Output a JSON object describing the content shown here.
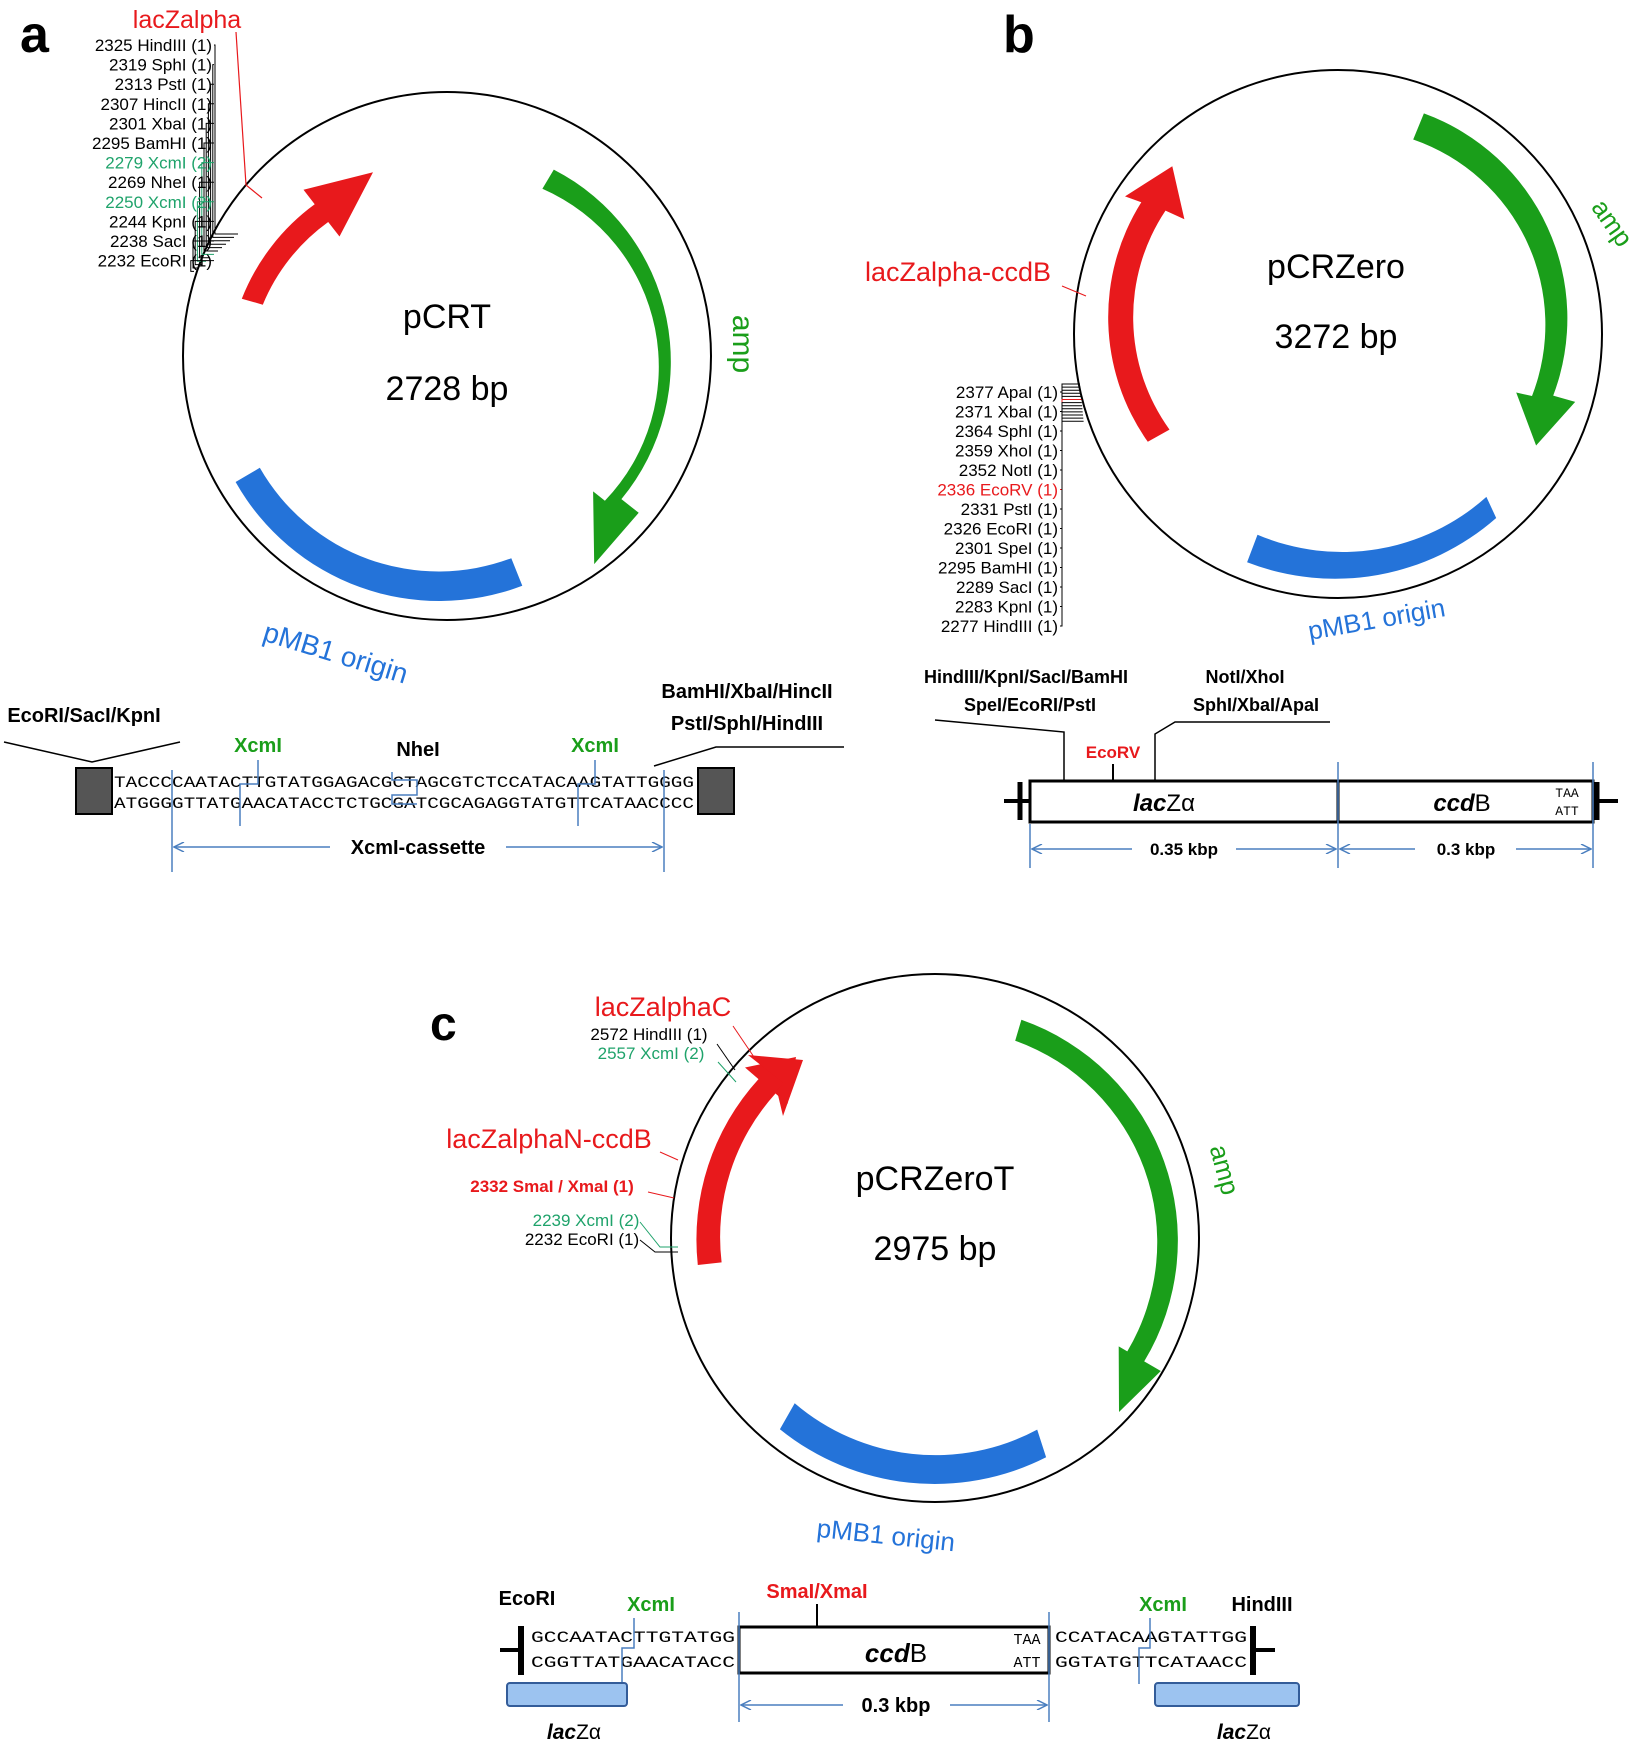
{
  "colors": {
    "red": "#e8191c",
    "green": "#1a9e1a",
    "teal": "#1fa36b",
    "blue": "#2473d9",
    "guide": "#4a7fbf",
    "lightblue": "#9cc3f0",
    "black": "#000000",
    "block": "#555555"
  },
  "panel_a": {
    "letter": "a",
    "name": "pCRT",
    "size": "2728 bp",
    "lac_label": "lacZalpha",
    "amp_label": "amp",
    "ori_label": "pMB1 origin",
    "sites": [
      {
        "text": "2325 HindIII (1)",
        "color": "black"
      },
      {
        "text": "2319 SphI (1)",
        "color": "black"
      },
      {
        "text": "2313 PstI (1)",
        "color": "black"
      },
      {
        "text": "2307 HincII (1)",
        "color": "black"
      },
      {
        "text": "2301 XbaI (1)",
        "color": "black"
      },
      {
        "text": "2295 BamHI (1)",
        "color": "black"
      },
      {
        "text": "2279 XcmI (2)",
        "color": "teal"
      },
      {
        "text": "2269 NheI (1)",
        "color": "black"
      },
      {
        "text": "2250 XcmI (2)",
        "color": "teal"
      },
      {
        "text": "2244 KpnI (1)",
        "color": "black"
      },
      {
        "text": "2238 SacI (1)",
        "color": "black"
      },
      {
        "text": "2232 EcoRI (1)",
        "color": "black"
      }
    ],
    "left_enzymes": "EcoRI/SacI/KpnI",
    "right_enzymes_1": "BamHI/XbaI/HincII",
    "right_enzymes_2": "PstI/SphI/HindIII",
    "xcm_1": "XcmI",
    "nhe": "NheI",
    "xcm_2": "XcmI",
    "seq_top": "TACCCCAATACTTGTATGGAGACGCTAGCGTCTCCATACAAGTATTGGGG",
    "seq_bottom": "ATGGGGTTATGAACATACCTCTGCGATCGCAGAGGTATGTTCATAACCCC",
    "cassette": "XcmI-cassette"
  },
  "panel_b": {
    "letter": "b",
    "name": "pCRZero",
    "size": "3272 bp",
    "lac_label": "lacZalpha-ccdB",
    "amp_label": "amp",
    "ori_label": "pMB1 origin",
    "sites": [
      {
        "text": "2377 ApaI (1)",
        "color": "black"
      },
      {
        "text": "2371 XbaI (1)",
        "color": "black"
      },
      {
        "text": "2364 SphI (1)",
        "color": "black"
      },
      {
        "text": "2359 XhoI (1)",
        "color": "black"
      },
      {
        "text": "2352 NotI (1)",
        "color": "black"
      },
      {
        "text": "2336 EcoRV (1)",
        "color": "red"
      },
      {
        "text": "2331 PstI (1)",
        "color": "black"
      },
      {
        "text": "2326 EcoRI (1)",
        "color": "black"
      },
      {
        "text": "2301 SpeI (1)",
        "color": "black"
      },
      {
        "text": "2295 BamHI (1)",
        "color": "black"
      },
      {
        "text": "2289 SacI (1)",
        "color": "black"
      },
      {
        "text": "2283 KpnI (1)",
        "color": "black"
      },
      {
        "text": "2277 HindIII (1)",
        "color": "black"
      }
    ],
    "left_enzymes_1": "HindIII/KpnI/SacI/BamHI",
    "left_enzymes_2": "SpeI/EcoRI/PstI",
    "right_enzymes_1": "NotI/XhoI",
    "right_enzymes_2": "SphI/XbaI/ApaI",
    "ecorv": "EcoRV",
    "lac_italic": "lac",
    "lac_rest": "Zα",
    "ccd_italic": "ccd",
    "ccd_rest": "B",
    "stop_top": "TAA",
    "stop_bottom": "ATT",
    "len_1": "0.35 kbp",
    "len_2": "0.3 kbp"
  },
  "panel_c": {
    "letter": "c",
    "name": "pCRZeroT",
    "size": "2975 bp",
    "lacC_label": "lacZalphaC",
    "lacN_label": "lacZalphaN-ccdB",
    "amp_label": "amp",
    "ori_label": "pMB1 origin",
    "site_hind": "2572 HindIII (1)",
    "site_xcm_top": "2557 XcmI (2)",
    "site_sma": "2332 SmaI / XmaI (1)",
    "site_xcm_bottom": "2239 XcmI (2)",
    "site_eco": "2232 EcoRI (1)",
    "ecori": "EcoRI",
    "xcm_left": "XcmI",
    "sma": "SmaI/XmaI",
    "xcm_right": "XcmI",
    "hind": "HindIII",
    "seq_left_top": "GCCAATACTTGTATGG",
    "seq_left_bottom": "CGGTTATGAACATACC",
    "ccd_italic": "ccd",
    "ccd_rest": "B",
    "stop_top": "TAA",
    "stop_bottom": "ATT",
    "seq_right_top": "CCATACAAGTATTGG",
    "seq_right_bottom": "GGTATGTTCATAACC",
    "len": "0.3 kbp",
    "lac_italic_1": "lac",
    "lac_rest_1": "Zα",
    "lac_italic_2": "lac",
    "lac_rest_2": "Zα"
  }
}
